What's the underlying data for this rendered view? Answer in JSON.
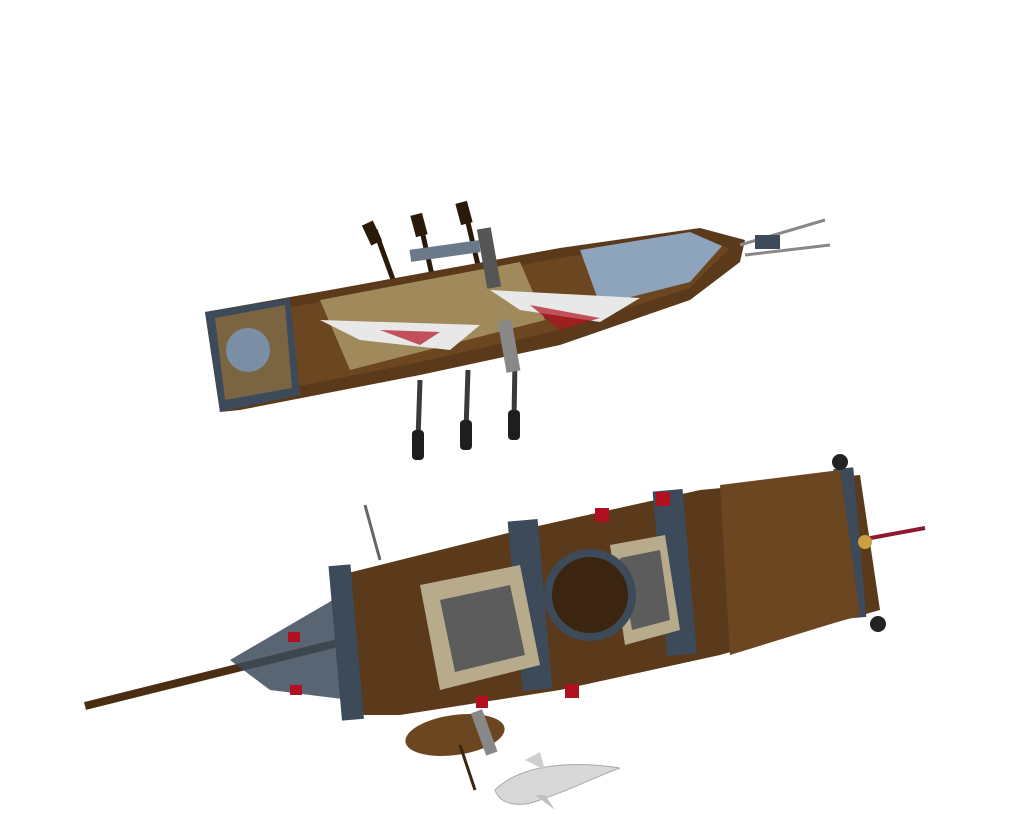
{
  "scene": {
    "background": "#ffffff",
    "colors": {
      "hull_brown": "#5a3a1a",
      "deck_tan": "#a08a5c",
      "dark_brown": "#3b2510",
      "slate_blue": "#3c4a5a",
      "light_blue_deck": "#8ea4bc",
      "red_accent": "#b01020",
      "sail_white": "#e8e8e8",
      "shark_grey": "#d8d8d8",
      "gold": "#c8a040"
    },
    "objects": [
      "galley-ship",
      "galleon-ship",
      "rowboat",
      "shark"
    ]
  }
}
